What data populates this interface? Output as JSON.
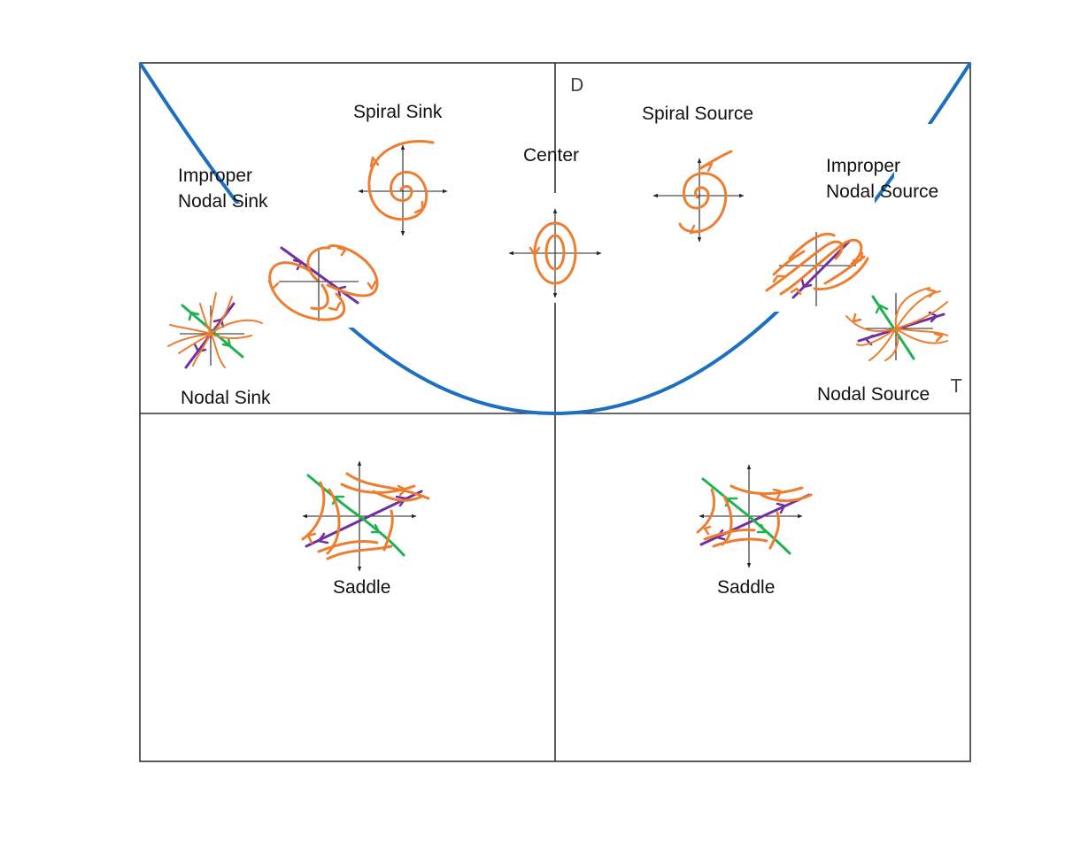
{
  "axes": {
    "vertical_label": "D",
    "horizontal_label": "T"
  },
  "regions": [
    {
      "key": "spiral_sink",
      "lines": [
        "Spiral Sink"
      ]
    },
    {
      "key": "spiral_source",
      "lines": [
        "Spiral Source"
      ]
    },
    {
      "key": "center",
      "lines": [
        "Center"
      ]
    },
    {
      "key": "improper_nodal_sink",
      "lines": [
        "Improper",
        "Nodal Sink"
      ]
    },
    {
      "key": "improper_nodal_source",
      "lines": [
        "Improper",
        "Nodal Source"
      ]
    },
    {
      "key": "nodal_sink",
      "lines": [
        "Nodal Sink"
      ]
    },
    {
      "key": "nodal_source",
      "lines": [
        "Nodal Source"
      ]
    },
    {
      "key": "saddle_left",
      "lines": [
        "Saddle"
      ]
    },
    {
      "key": "saddle_right",
      "lines": [
        "Saddle"
      ]
    }
  ],
  "colors": {
    "parabola": "#1F6FBF",
    "trajectory": "#ED7D31",
    "eigenvector_1": "#7030A0",
    "eigenvector_2": "#1DB34F",
    "frame": "#333333"
  }
}
